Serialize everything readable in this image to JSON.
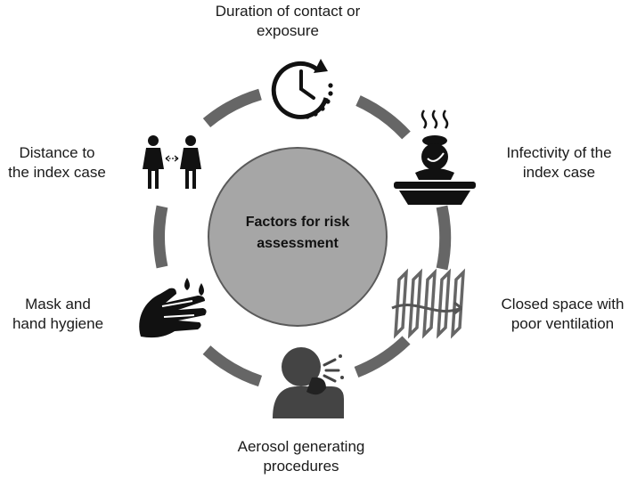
{
  "center": {
    "label": "Factors for risk\nassessment",
    "fill": "#a6a6a6",
    "ring_color": "#666666"
  },
  "factors": [
    {
      "label": "Duration of contact or\nexposure",
      "icon": "clock-icon"
    },
    {
      "label": "Infectivity of the\nindex case",
      "icon": "steaming-person-icon"
    },
    {
      "label": "Closed space with\npoor ventilation",
      "icon": "window-air-icon"
    },
    {
      "label": "Aerosol generating\nprocedures",
      "icon": "coughing-person-icon"
    },
    {
      "label": "Mask and\nhand hygiene",
      "icon": "handwashing-icon"
    },
    {
      "label": "Distance to\nthe index case",
      "icon": "two-people-distance-icon"
    }
  ]
}
